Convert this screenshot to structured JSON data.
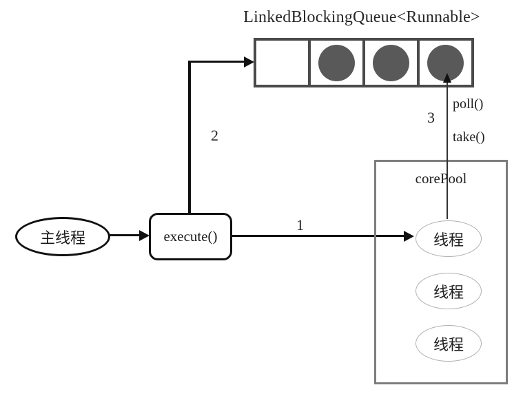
{
  "title": "LinkedBlockingQueue<Runnable>",
  "queue": {
    "cells": [
      {
        "filled": false
      },
      {
        "filled": true
      },
      {
        "filled": true
      },
      {
        "filled": true
      }
    ]
  },
  "nodes": {
    "main_thread": "主线程",
    "execute": "execute()",
    "core_pool_label": "corePool",
    "threads": [
      "线程",
      "线程",
      "线程"
    ]
  },
  "edges": {
    "step1": "1",
    "step2": "2",
    "step3": "3",
    "poll": "poll()",
    "take": "take()"
  },
  "colors": {
    "ink": "#1a1a1a",
    "queue_border": "#4a4a4a",
    "task_fill": "#595959",
    "pool_border": "#7d7d7d",
    "thread_border": "#b0b0b0"
  }
}
